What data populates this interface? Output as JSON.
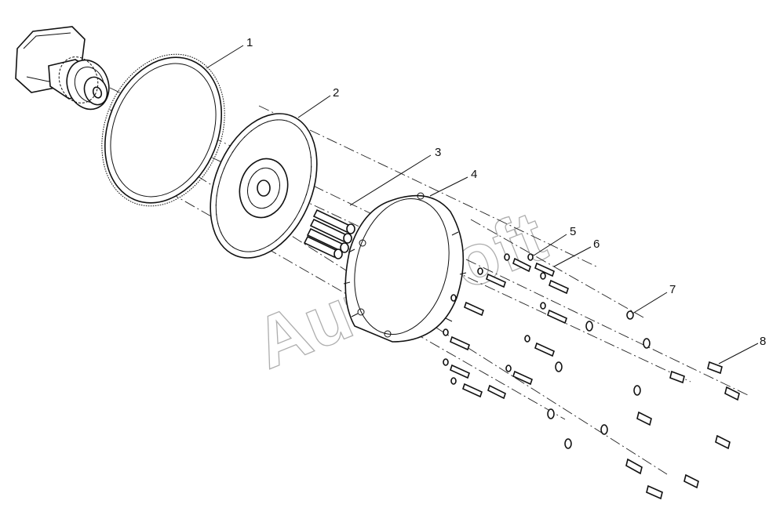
{
  "callouts": [
    {
      "label": "1"
    },
    {
      "label": "2"
    },
    {
      "label": "3"
    },
    {
      "label": "4"
    },
    {
      "label": "5"
    },
    {
      "label": "6"
    },
    {
      "label": "7"
    },
    {
      "label": "8"
    }
  ],
  "watermark": "AutoSoft",
  "colors": {
    "line": "#111111",
    "watermark": "#9a9a9a",
    "background": "#ffffff"
  }
}
